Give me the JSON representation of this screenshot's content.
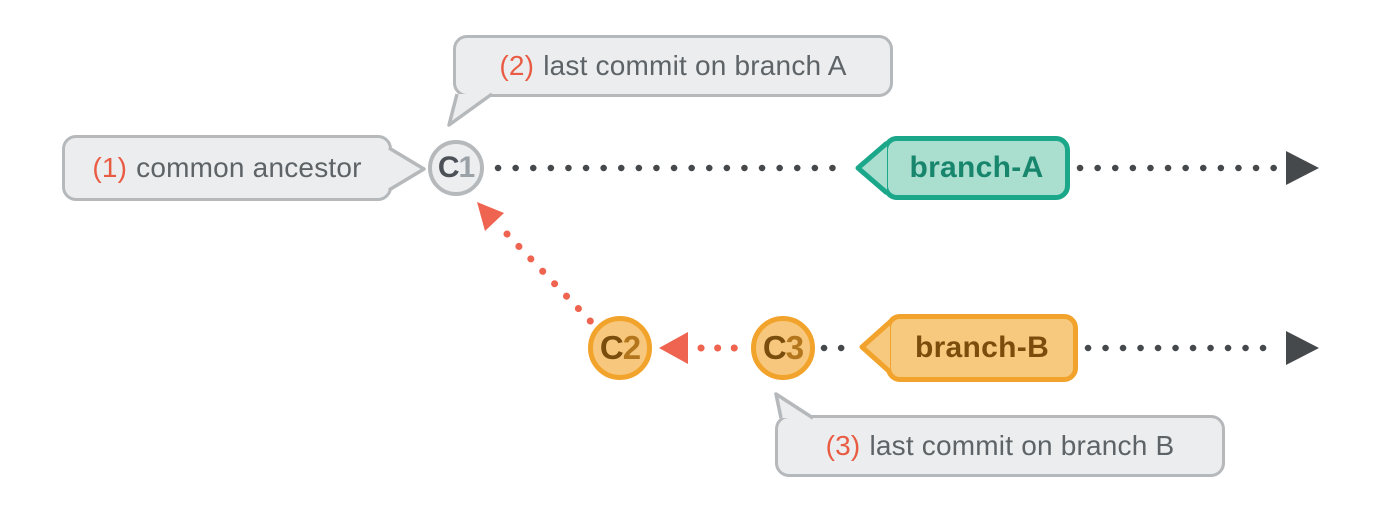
{
  "figure": {
    "type": "git-branch-diagram",
    "callouts": {
      "ancestor": {
        "number": "(1)",
        "label": "common ancestor"
      },
      "branch_a_tip": {
        "number": "(2)",
        "label": "last commit on branch A"
      },
      "branch_b_tip": {
        "number": "(3)",
        "label": "last commit on branch B"
      }
    },
    "commits": {
      "c1": {
        "letter": "C",
        "digit": "1"
      },
      "c2": {
        "letter": "C",
        "digit": "2"
      },
      "c3": {
        "letter": "C",
        "digit": "3"
      }
    },
    "branch_tags": {
      "a": {
        "label": "branch-A"
      },
      "b": {
        "label": "branch-B"
      }
    },
    "colors": {
      "callout_accent_red": "#e95c43",
      "arrow_red": "#ee6450",
      "timeline_dark": "#46494c",
      "teal_border": "#1ba78a",
      "teal_fill": "#aadfd0",
      "teal_text": "#17866d",
      "orange_border": "#f2a32c",
      "orange_fill": "#f6c77c",
      "orange_text": "#7b4d0d",
      "gray_border": "#b5b9bc",
      "gray_fill": "#ebedee",
      "gray_text": "#5d6367"
    }
  }
}
